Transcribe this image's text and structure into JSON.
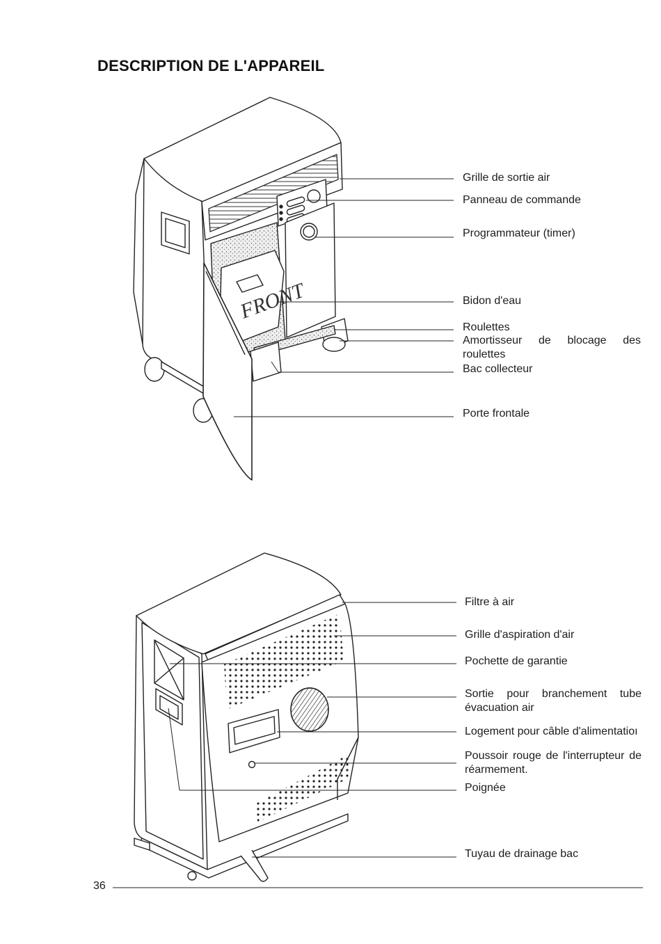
{
  "title": "DESCRIPTION DE L'APPAREIL",
  "page_number": "36",
  "front_view": {
    "stamp_text": "FRONT",
    "labels": [
      "Grille de sortie air",
      "Panneau de commande",
      "Programmateur (timer)",
      "Bidon d'eau",
      "Roulettes",
      "Amortisseur de blocage des roulettes",
      "Bac collecteur",
      "Porte frontale"
    ]
  },
  "back_view": {
    "labels": [
      "Filtre à air",
      "Grille d'aspiration d'air",
      "Pochette de garantie",
      "Sortie pour branchement tube évacuation air",
      "Logement pour câble d'alimentatioı",
      "Poussoir rouge de l'interrupteur de réarmement.",
      "Poignée",
      "Tuyau de drainage bac"
    ]
  }
}
